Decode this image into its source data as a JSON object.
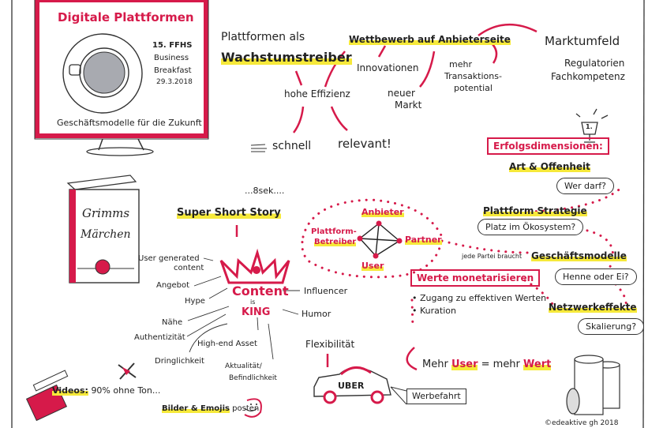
{
  "monitor": {
    "title": "Digitale Plattformen",
    "event": "15. FFHS",
    "line1": "Business",
    "line2": "Breakfast",
    "date": "29.3.2018",
    "footer": "Geschäftsmodelle für die Zukunft"
  },
  "growth": {
    "intro": "Plattformen als",
    "headline": "Wachstumstreiber",
    "efficiency": "hohe Effizienz",
    "fast": "schnell",
    "relevant": "relevant!"
  },
  "competition": {
    "headline": "Wettbewerb auf Anbieterseite",
    "innovations": "Innovationen",
    "new_market": [
      "neuer",
      "Markt"
    ],
    "transactions": [
      "mehr",
      "Transaktions-",
      "potential"
    ],
    "market": "Marktumfeld",
    "market_items": [
      "Regulatorien",
      "Fachkompetenz"
    ]
  },
  "success": {
    "headline": "Erfolgsdimensionen:",
    "trophy_label": "1.",
    "items": [
      {
        "label": "Art & Offenheit",
        "question": "Wer darf?"
      },
      {
        "label": "Plattform Strategie",
        "question": "Platz im Ökosystem?"
      },
      {
        "label": "Geschäftsmodelle",
        "question": "Henne oder Ei?"
      },
      {
        "label": "Netzwerkeffekte",
        "question": "Skalierung?"
      }
    ],
    "note": "jede Partei braucht"
  },
  "network": {
    "top": "Anbieter",
    "left": [
      "Plattform-",
      "Betreiber"
    ],
    "right": "Partner",
    "bottom": "User"
  },
  "monetize": {
    "headline": "Werte monetarisieren",
    "bullets": [
      "Zugang zu effektiven Werten",
      "Kuration"
    ],
    "result_prefix": "Mehr",
    "result_user": "User",
    "result_mid": "= mehr",
    "result_value": "Wert"
  },
  "uber": {
    "flex": "Flexibilität",
    "car_label": "UBER",
    "banner": "Werbefahrt"
  },
  "book": {
    "title": [
      "Grimms",
      "Märchen"
    ]
  },
  "content": {
    "time": "...8sek....",
    "story": "Super Short Story",
    "title": "Content",
    "is": "is",
    "king": "KING",
    "left": [
      "User generated",
      "content",
      "Angebot",
      "Hype",
      "Nähe",
      "Authentizität",
      "High-end Asset",
      "Dringlichkeit"
    ],
    "right": [
      "Influencer",
      "Humor"
    ],
    "bottom": [
      "Aktualität/",
      "Befindlichkeit"
    ]
  },
  "videos": {
    "label": "Videos:",
    "text": "90% ohne Ton..."
  },
  "images": {
    "label": "Bilder & Emojis",
    "text": "posten"
  },
  "credit": "©edeaktive gh 2018",
  "colors": {
    "accent": "#d61a4a",
    "highlight": "#f6e93a",
    "ink": "#222222"
  }
}
